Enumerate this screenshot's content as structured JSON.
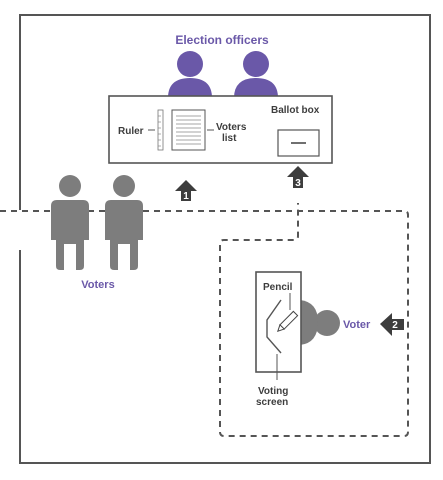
{
  "labels": {
    "election_officers": "Election officers",
    "ballot_box": "Ballot box",
    "ruler": "Ruler",
    "voters_list_line1": "Voters",
    "voters_list_line2": "list",
    "voters": "Voters",
    "pencil": "Pencil",
    "voter": "Voter",
    "voting_screen_line1": "Voting",
    "voting_screen_line2": "screen"
  },
  "steps": [
    "1",
    "2",
    "3"
  ],
  "colors": {
    "purple": "#6a58a8",
    "gray_figure": "#7d7d7d",
    "dark_arrow": "#3d3d3d",
    "border": "#555555"
  }
}
